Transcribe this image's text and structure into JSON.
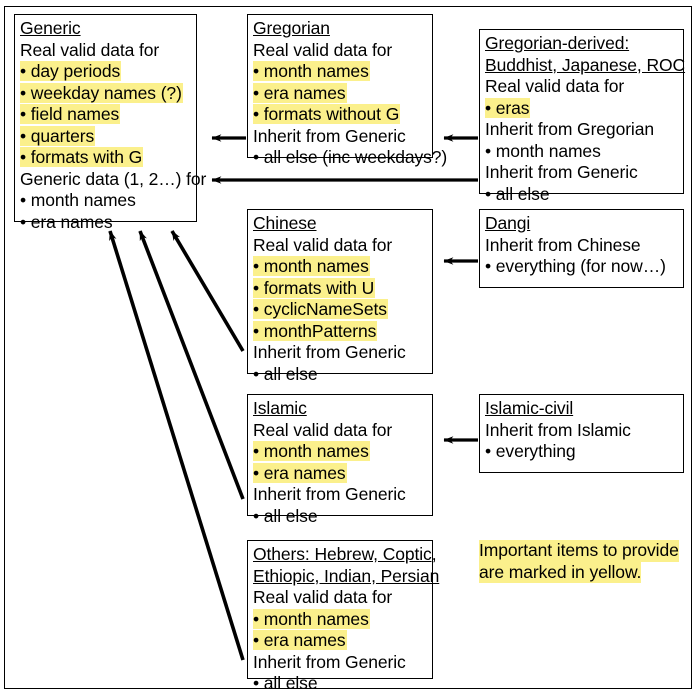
{
  "diagram": {
    "title_note": "Important items to provide are marked in yellow.",
    "highlight_color": "#fbf08c",
    "line_color": "#000000"
  },
  "nodes": {
    "generic": {
      "title": "Generic",
      "lines": [
        {
          "text": "Real valid data for",
          "highlight": false
        },
        {
          "text": "• day periods",
          "highlight": true
        },
        {
          "text": "• weekday names (?)",
          "highlight": true
        },
        {
          "text": "• field names",
          "highlight": true
        },
        {
          "text": "• quarters",
          "highlight": true
        },
        {
          "text": "• formats with G",
          "highlight": true
        },
        {
          "text": "Generic data (1, 2…) for",
          "highlight": false
        },
        {
          "text": "• month names",
          "highlight": false
        },
        {
          "text": "• era names",
          "highlight": false
        }
      ]
    },
    "gregorian": {
      "title": "Gregorian",
      "lines": [
        {
          "text": "Real valid data for",
          "highlight": false
        },
        {
          "text": "• month names",
          "highlight": true
        },
        {
          "text": "• era names",
          "highlight": true
        },
        {
          "text": "• formats without G",
          "highlight": true
        },
        {
          "text": "Inherit from Generic",
          "highlight": false
        },
        {
          "text": "• all else (inc weekdays?)",
          "highlight": false
        }
      ]
    },
    "gregorian_derived": {
      "title": "Gregorian-derived:",
      "title2": "Buddhist, Japanese, ROC",
      "lines": [
        {
          "text": "Real valid data for",
          "highlight": false
        },
        {
          "text": "• eras",
          "highlight": true
        },
        {
          "text": "Inherit from Gregorian",
          "highlight": false
        },
        {
          "text": "• month names",
          "highlight": false
        },
        {
          "text": "Inherit from Generic",
          "highlight": false
        },
        {
          "text": "• all else",
          "highlight": false
        }
      ]
    },
    "chinese": {
      "title": "Chinese",
      "lines": [
        {
          "text": "Real valid data for",
          "highlight": false
        },
        {
          "text": "• month names",
          "highlight": true
        },
        {
          "text": "• formats with U",
          "highlight": true
        },
        {
          "text": "• cyclicNameSets",
          "highlight": true
        },
        {
          "text": "• monthPatterns",
          "highlight": true
        },
        {
          "text": "Inherit from Generic",
          "highlight": false
        },
        {
          "text": "• all else",
          "highlight": false
        }
      ]
    },
    "dangi": {
      "title": "Dangi",
      "lines": [
        {
          "text": "Inherit from Chinese",
          "highlight": false
        },
        {
          "text": "• everything (for now…)",
          "highlight": false
        }
      ]
    },
    "islamic": {
      "title": "Islamic",
      "lines": [
        {
          "text": "Real valid data for",
          "highlight": false
        },
        {
          "text": "• month names",
          "highlight": true
        },
        {
          "text": "• era names",
          "highlight": true
        },
        {
          "text": "Inherit from Generic",
          "highlight": false
        },
        {
          "text": "• all else",
          "highlight": false
        }
      ]
    },
    "islamic_civil": {
      "title": "Islamic-civil",
      "lines": [
        {
          "text": "Inherit from Islamic",
          "highlight": false
        },
        {
          "text": "• everything",
          "highlight": false
        }
      ]
    },
    "others": {
      "title": "Others: Hebrew, Coptic,",
      "title2": "Ethiopic, Indian, Persian",
      "lines": [
        {
          "text": "Real valid data for",
          "highlight": false
        },
        {
          "text": "• month names",
          "highlight": true
        },
        {
          "text": "• era names",
          "highlight": true
        },
        {
          "text": "Inherit from Generic",
          "highlight": false
        },
        {
          "text": "• all else",
          "highlight": false
        }
      ]
    }
  },
  "legend": {
    "line1": "Important items to provide",
    "line2": "are marked in yellow."
  },
  "edges": [
    {
      "from": "gregorian",
      "to": "generic",
      "kind": "horizontal-arrow"
    },
    {
      "from": "gregorian_derived",
      "to": "gregorian",
      "kind": "horizontal-arrow"
    },
    {
      "from": "gregorian_derived",
      "to": "generic",
      "kind": "horizontal-arrow"
    },
    {
      "from": "dangi",
      "to": "chinese",
      "kind": "horizontal-arrow"
    },
    {
      "from": "islamic_civil",
      "to": "islamic",
      "kind": "horizontal-arrow"
    },
    {
      "from": "chinese",
      "to": "generic",
      "kind": "diagonal-arrow"
    },
    {
      "from": "islamic",
      "to": "generic",
      "kind": "diagonal-arrow"
    },
    {
      "from": "others",
      "to": "generic",
      "kind": "diagonal-arrow"
    }
  ]
}
